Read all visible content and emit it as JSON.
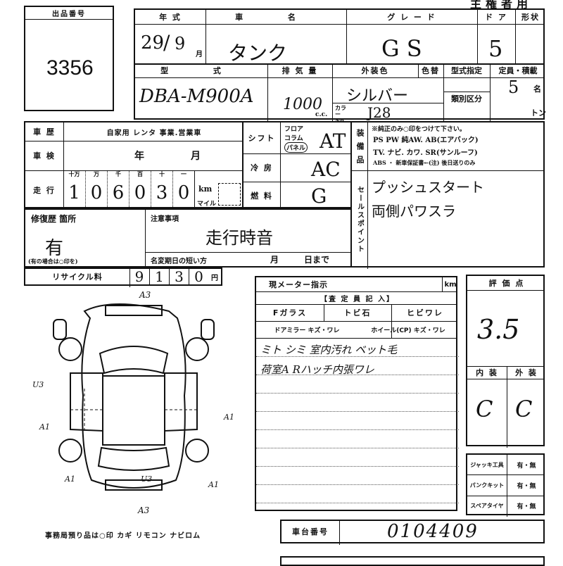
{
  "header": {
    "corner_title": "主権者用",
    "lot_label": "出品番号",
    "lot_number": "3356"
  },
  "vehicle": {
    "year_label": "年 式",
    "name_label": "車 名",
    "grade_label": "グ レ ー ド",
    "doors_label": "ド ア",
    "shape_label": "形状",
    "year_value": "29",
    "year_sep": "/",
    "month_value": "9",
    "month_unit": "月",
    "name_value": "タンク",
    "grade_value": "G S",
    "doors_value": "5",
    "model_label": "型 式",
    "displacement_label": "排 気 量",
    "color_label": "外装色",
    "color_change_label": "色替",
    "model_designation_label": "型式指定",
    "capacity_label": "定員・積載",
    "model_value": "DBA-M900A",
    "displacement_value": "1000",
    "displacement_unit": "c.c.",
    "color_value": "シルバー",
    "color_no_label": "カラー No.",
    "color_no_value": "J28",
    "category_label": "類別区分",
    "capacity_value": "5",
    "capacity_unit": "名",
    "load_unit": "トン"
  },
  "usage": {
    "history_label": "車 歴",
    "history_options": "自家用 レンタ 事業.営業車",
    "inspection_label": "車 検",
    "inspection_year": "年",
    "inspection_month": "月",
    "mileage_label": "走 行",
    "mileage_places": [
      "十万",
      "万",
      "千",
      "百",
      "十",
      "一"
    ],
    "mileage_digits": [
      "1",
      "0",
      "6",
      "0",
      "3",
      "0"
    ],
    "km_label": "km",
    "mile_label": "マイル",
    "shift_label": "シフト",
    "shift_options": [
      "フロア",
      "コラム",
      "パネル"
    ],
    "shift_value": "AT",
    "ac_label": "冷 房",
    "ac_value": "AC",
    "fuel_label": "燃 料",
    "fuel_value": "G"
  },
  "equipment": {
    "label": "装 備 品",
    "note": "※純正のみ○印をつけて下さい。",
    "line1": "PS PW 純AW. AB(エアバック)",
    "line2": "TV. ナビ. カワ. SR(サンルーフ)",
    "line3": "ABS ・ 新車保証書←(注) 後日送りのみ",
    "sales_point_label": "セールスポイント",
    "sales_point_1": "プッシュスタート",
    "sales_point_2": "両側パワスラ"
  },
  "repair": {
    "label": "修復歴 箇所",
    "value": "有",
    "note": "(有の場合は○印を)",
    "caution_label": "注意事項",
    "caution_value": "走行時音",
    "transfer_label": "名変期日の短い方",
    "transfer_month": "月",
    "transfer_day": "日まで"
  },
  "recycle": {
    "label": "リサイクル料",
    "digits": [
      "9",
      "1",
      "3",
      "0"
    ],
    "unit": "円"
  },
  "meter": {
    "label": "現メーター指示",
    "unit": "km"
  },
  "inspector": {
    "header": "【査 定 員 記 入】",
    "col1": "Fガラス",
    "col2": "トビ石",
    "col3": "ヒビワレ",
    "row2_left": "ドアミラー キズ・ワレ",
    "row2_right": "ホイール(CP) キズ・ワレ",
    "note_line1": "ミト シミ 室内汚れ ベット毛",
    "note_line2": "荷室A Rハッチ内張ワレ"
  },
  "grade": {
    "score_label": "評 価 点",
    "score_value": "3.5",
    "interior_label": "内 装",
    "exterior_label": "外 装",
    "interior_value": "C",
    "exterior_value": "C"
  },
  "accessories": {
    "jack_label": "ジャッキ工具",
    "jack_value": "有・無",
    "puncture_label": "パンクキット",
    "puncture_value": "有・無",
    "spare_label": "スペアタイヤ",
    "spare_value": "有・無"
  },
  "diagram": {
    "marks": [
      "A3",
      "U3",
      "A1",
      "A1",
      "A1",
      "U3",
      "A1",
      "A3"
    ],
    "footer": "事務局預り品は○印 カギ リモコン ナビロム"
  },
  "chassis": {
    "label": "車台番号",
    "value": "0104409"
  }
}
